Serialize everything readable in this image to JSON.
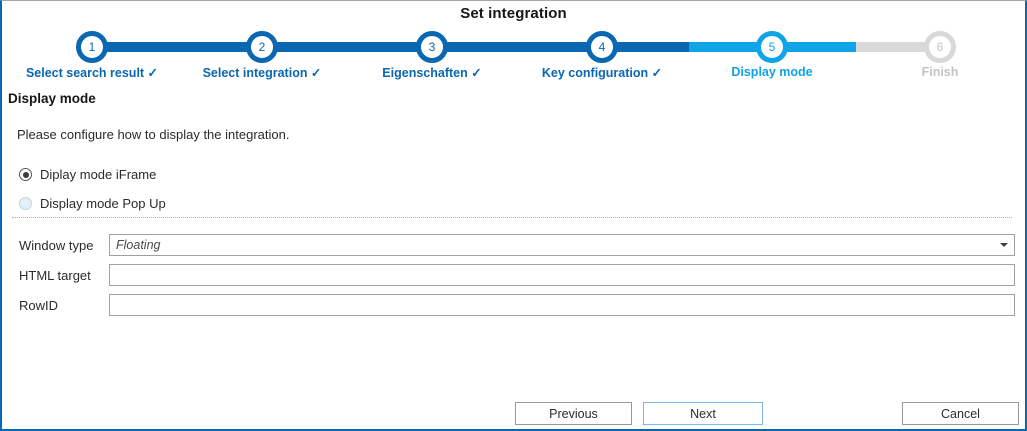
{
  "window": {
    "title": "Set integration",
    "accent_color": "#0a67b1",
    "active_color": "#0fa3e8",
    "inactive_color": "#d9d9d9"
  },
  "stepper": {
    "steps": [
      {
        "number": "1",
        "label": "Select search result ✓",
        "state": "done"
      },
      {
        "number": "2",
        "label": "Select integration ✓",
        "state": "done"
      },
      {
        "number": "3",
        "label": "Eigenschaften ✓",
        "state": "done"
      },
      {
        "number": "4",
        "label": "Key configuration ✓",
        "state": "done"
      },
      {
        "number": "5",
        "label": "Display mode",
        "state": "active"
      },
      {
        "number": "6",
        "label": "Finish",
        "state": "todo"
      }
    ]
  },
  "section": {
    "heading": "Display mode",
    "intro": "Please configure how to display the integration."
  },
  "radios": [
    {
      "label": "Diplay mode iFrame",
      "selected": true
    },
    {
      "label": "Display mode Pop Up",
      "selected": false
    }
  ],
  "form": {
    "fields": [
      {
        "label": "Window type",
        "value": "Floating",
        "type": "select"
      },
      {
        "label": "HTML target",
        "value": "",
        "type": "text"
      },
      {
        "label": "RowID",
        "value": "",
        "type": "text"
      }
    ]
  },
  "buttons": {
    "previous": "Previous",
    "next": "Next",
    "cancel": "Cancel"
  }
}
